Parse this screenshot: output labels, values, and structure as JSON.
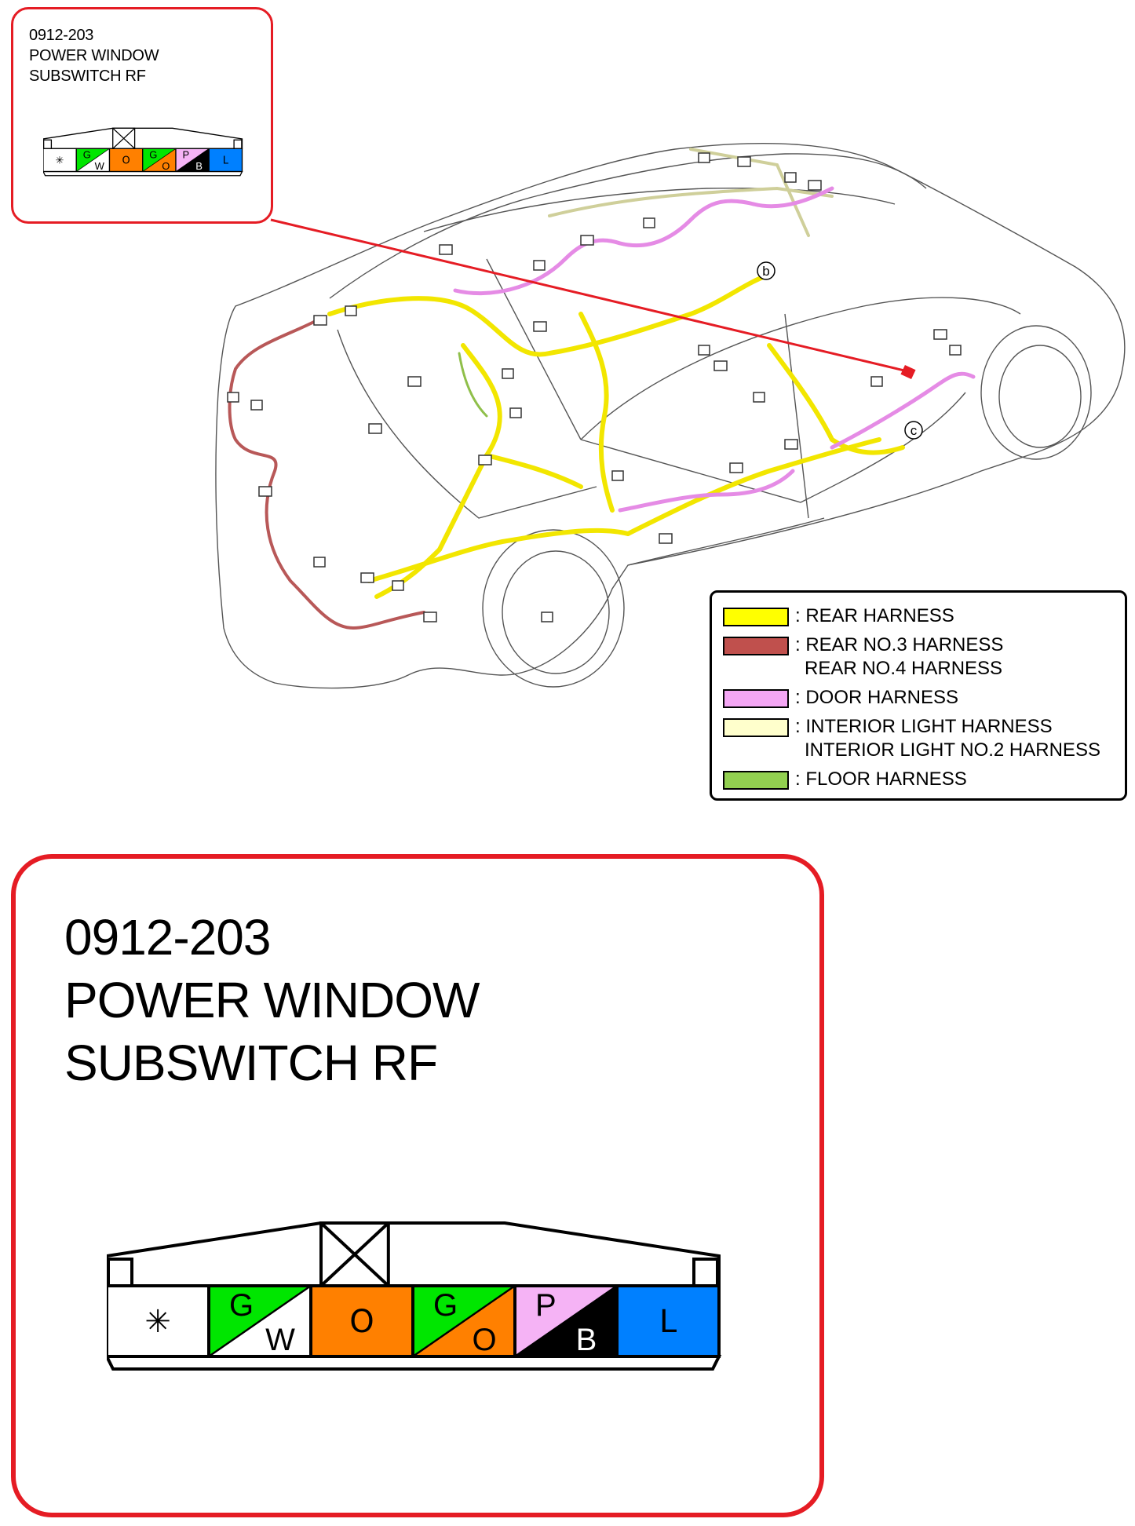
{
  "colors": {
    "callout_red": "#e51c24",
    "rear_harness": "#ffff00",
    "rear_no3_harness": "#c0504d",
    "door_harness": "#f4a6f4",
    "interior_light_harness": "#ffffcc",
    "floor_harness": "#92d050",
    "pin_green": "#00e600",
    "pin_orange": "#ff8000",
    "pin_pink": "#f5b3f5",
    "pin_blue": "#0080ff",
    "pin_black": "#000000"
  },
  "callout_small": {
    "code": "0912-203",
    "name_line1": "POWER WINDOW",
    "name_line2": "SUBSWITCH RF"
  },
  "callout_big": {
    "code": "0912-203",
    "name_line1": "POWER WINDOW",
    "name_line2": "SUBSWITCH RF"
  },
  "connector": {
    "pins": [
      {
        "top": "✳",
        "bottom": "",
        "color1": "#ffffff",
        "color2": "#ffffff"
      },
      {
        "top": "G",
        "bottom": "W",
        "color1": "#00e600",
        "color2": "#ffffff"
      },
      {
        "top": "",
        "bottom": "O",
        "color1": "#ff8000",
        "color2": "#ff8000"
      },
      {
        "top": "G",
        "bottom": "O",
        "color1": "#00e600",
        "color2": "#ff8000"
      },
      {
        "top": "P",
        "bottom": "B",
        "color1": "#f5b3f5",
        "color2": "#000000"
      },
      {
        "top": "",
        "bottom": "L",
        "color1": "#0080ff",
        "color2": "#0080ff"
      }
    ]
  },
  "markers": {
    "b": "b",
    "c": "c"
  },
  "legend": {
    "items": [
      {
        "color": "#ffff00",
        "line1": ": REAR HARNESS",
        "line2": ""
      },
      {
        "color": "#c0504d",
        "line1": ": REAR NO.3 HARNESS",
        "line2": "REAR NO.4 HARNESS"
      },
      {
        "color": "#f4a6f4",
        "line1": ": DOOR HARNESS",
        "line2": ""
      },
      {
        "color": "#ffffcc",
        "line1": ": INTERIOR LIGHT HARNESS",
        "line2": "INTERIOR LIGHT NO.2 HARNESS"
      },
      {
        "color": "#92d050",
        "line1": ": FLOOR HARNESS",
        "line2": ""
      }
    ]
  }
}
